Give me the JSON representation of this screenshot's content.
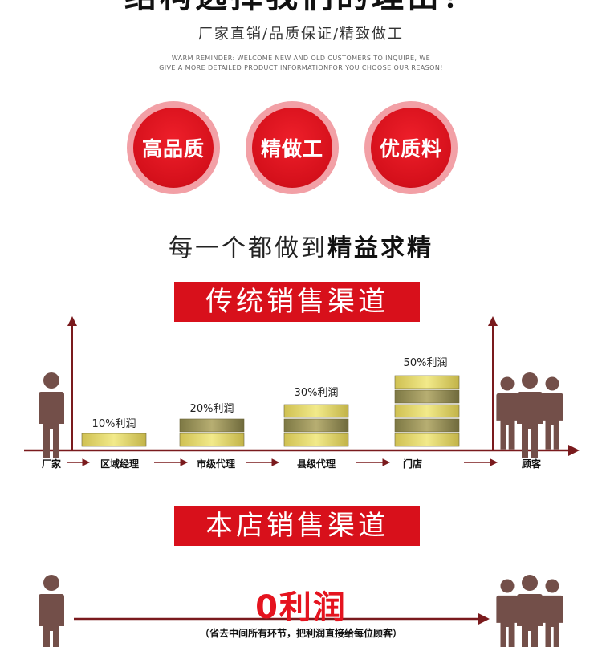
{
  "header": {
    "title": "结构选择我们的理由！",
    "subtitle": "厂家直销/品质保证/精致做工",
    "reminder_line1": "WARM REMINDER: WELCOME NEW AND OLD CUSTOMERS TO INQUIRE, WE",
    "reminder_line2": "GIVE A MORE DETAILED PRODUCT INFORMATIONFOR YOU CHOOSE OUR REASON!"
  },
  "features": [
    {
      "label": "高品质"
    },
    {
      "label": "精做工"
    },
    {
      "label": "优质料"
    }
  ],
  "slogan": {
    "normal": "每一个都做到",
    "bold": "精益求精"
  },
  "traditional": {
    "banner": "传统销售渠道",
    "bars": [
      {
        "label": "10%利润",
        "profit": 10
      },
      {
        "label": "20%利润",
        "profit": 20
      },
      {
        "label": "30%利润",
        "profit": 30
      },
      {
        "label": "50%利润",
        "profit": 50
      }
    ],
    "nodes": [
      "厂家",
      "区域经理",
      "市级代理",
      "县级代理",
      "门店",
      "顾客"
    ]
  },
  "ours": {
    "banner": "本店销售渠道",
    "profit": "0利润",
    "note": "（省去中间所有环节，把利润直接给每位顾客）"
  },
  "colors": {
    "red": "#d8101b",
    "arrow": "#7a1a1d",
    "person": "#734f49",
    "bar_dark": "#9a9258",
    "bar_light": "#e3d76b"
  }
}
